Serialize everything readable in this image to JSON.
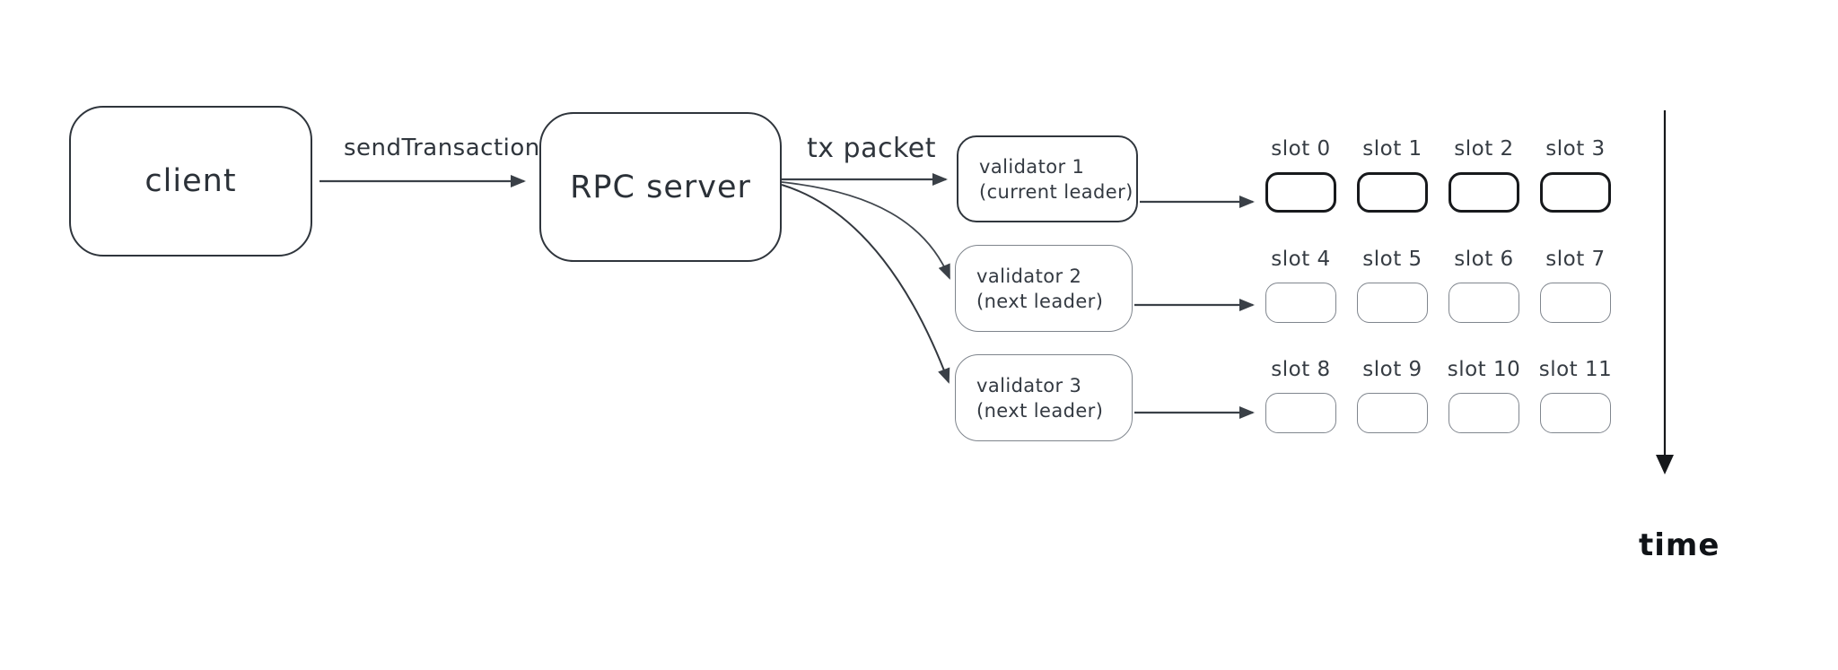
{
  "nodes": {
    "client": {
      "label": "client"
    },
    "rpc_server": {
      "label": "RPC server"
    }
  },
  "edges": {
    "client_to_rpc": {
      "label": "sendTransaction"
    },
    "rpc_to_validators": {
      "label": "tx packet"
    }
  },
  "validators": [
    {
      "name": "validator 1",
      "role": "(current leader)"
    },
    {
      "name": "validator 2",
      "role": "(next leader)"
    },
    {
      "name": "validator 3",
      "role": "(next leader)"
    }
  ],
  "slot_rows": [
    {
      "slots": [
        "slot 0",
        "slot 1",
        "slot 2",
        "slot 3"
      ]
    },
    {
      "slots": [
        "slot 4",
        "slot 5",
        "slot 6",
        "slot 7"
      ]
    },
    {
      "slots": [
        "slot 8",
        "slot 9",
        "slot 10",
        "slot 11"
      ]
    }
  ],
  "time_axis": {
    "label": "time"
  },
  "colors": {
    "stroke_dark": "#2f353c",
    "stroke_light": "#7e848c",
    "arrow": "#3a4047",
    "time_axis": "#16181b",
    "background": "#ffffff"
  }
}
